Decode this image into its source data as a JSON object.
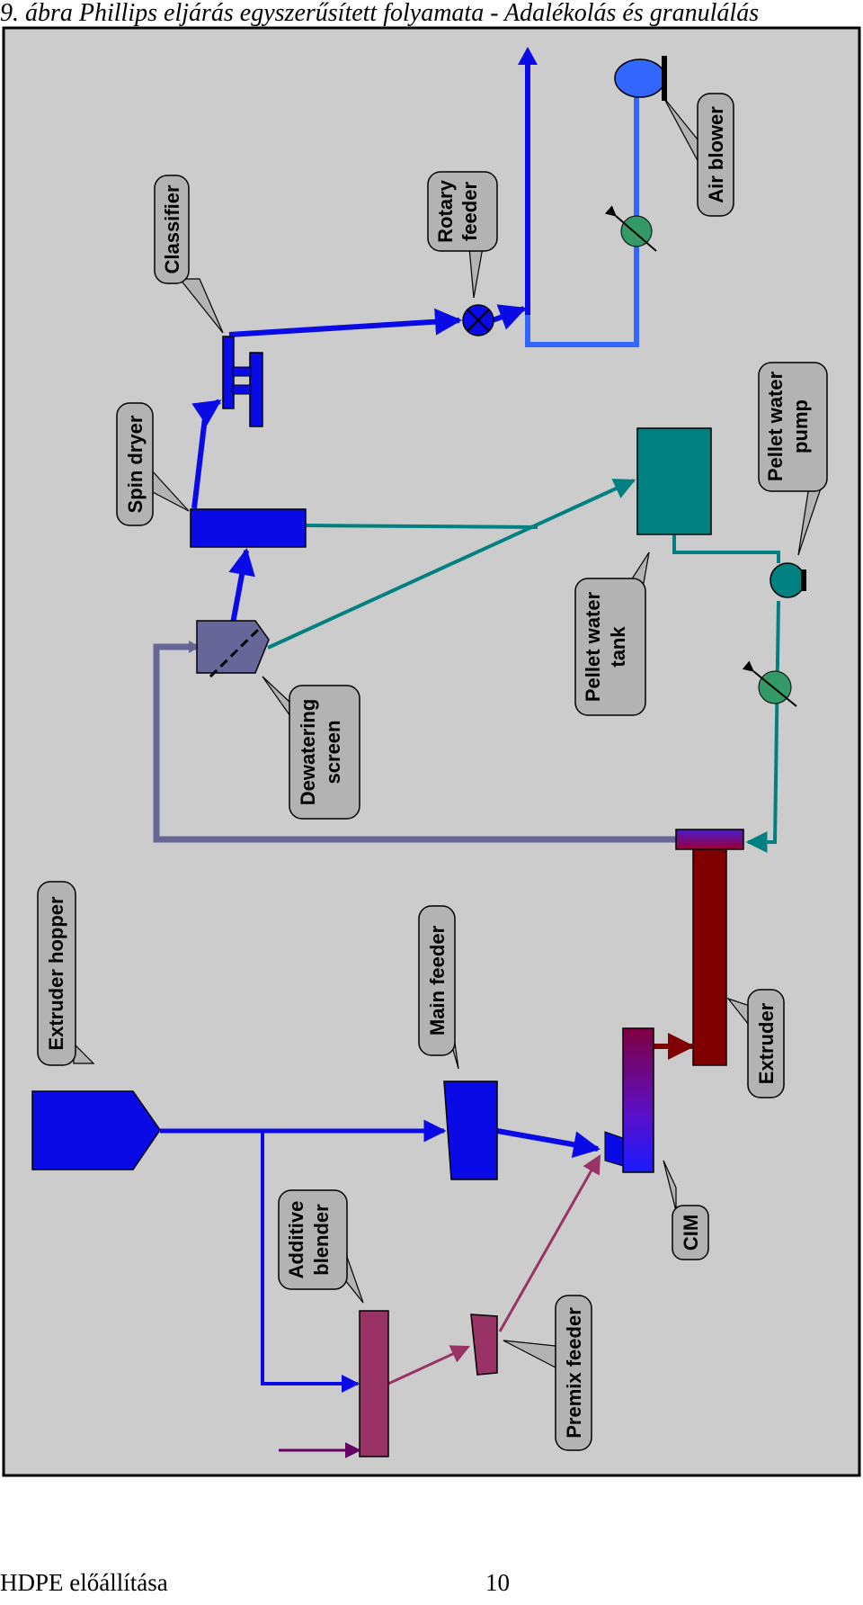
{
  "figure": {
    "title": "9. ábra Phillips eljárás egyszerűsített folyamata - Adalékolás és granulálás"
  },
  "labels": {
    "classifier": "Classifier",
    "rotary_feeder": [
      "Rotary",
      "feeder"
    ],
    "air_blower": "Air blower",
    "spin_dryer": "Spin dryer",
    "pellet_water_pump": [
      "Pellet water",
      "pump"
    ],
    "pellet_water_tank": [
      "Pellet water",
      "tank"
    ],
    "dewatering_screen": [
      "Dewatering",
      "screen"
    ],
    "extruder_hopper": "Extruder hopper",
    "main_feeder": "Main feeder",
    "extruder": "Extruder",
    "additive_blender": [
      "Additive",
      "blender"
    ],
    "cim": "CIM",
    "premix_feeder": "Premix feeder"
  },
  "colors": {
    "background": "#cccccc",
    "blue": "#0a0ae6",
    "light_blue": "#3366ff",
    "teal": "#008080",
    "slate": "#666699",
    "dark_red": "#800000",
    "purple": "#993366",
    "green": "#339966",
    "callout": "#b3b3b3"
  },
  "footer": {
    "doc_title": "HDPE előállítása",
    "page_number": "10"
  }
}
